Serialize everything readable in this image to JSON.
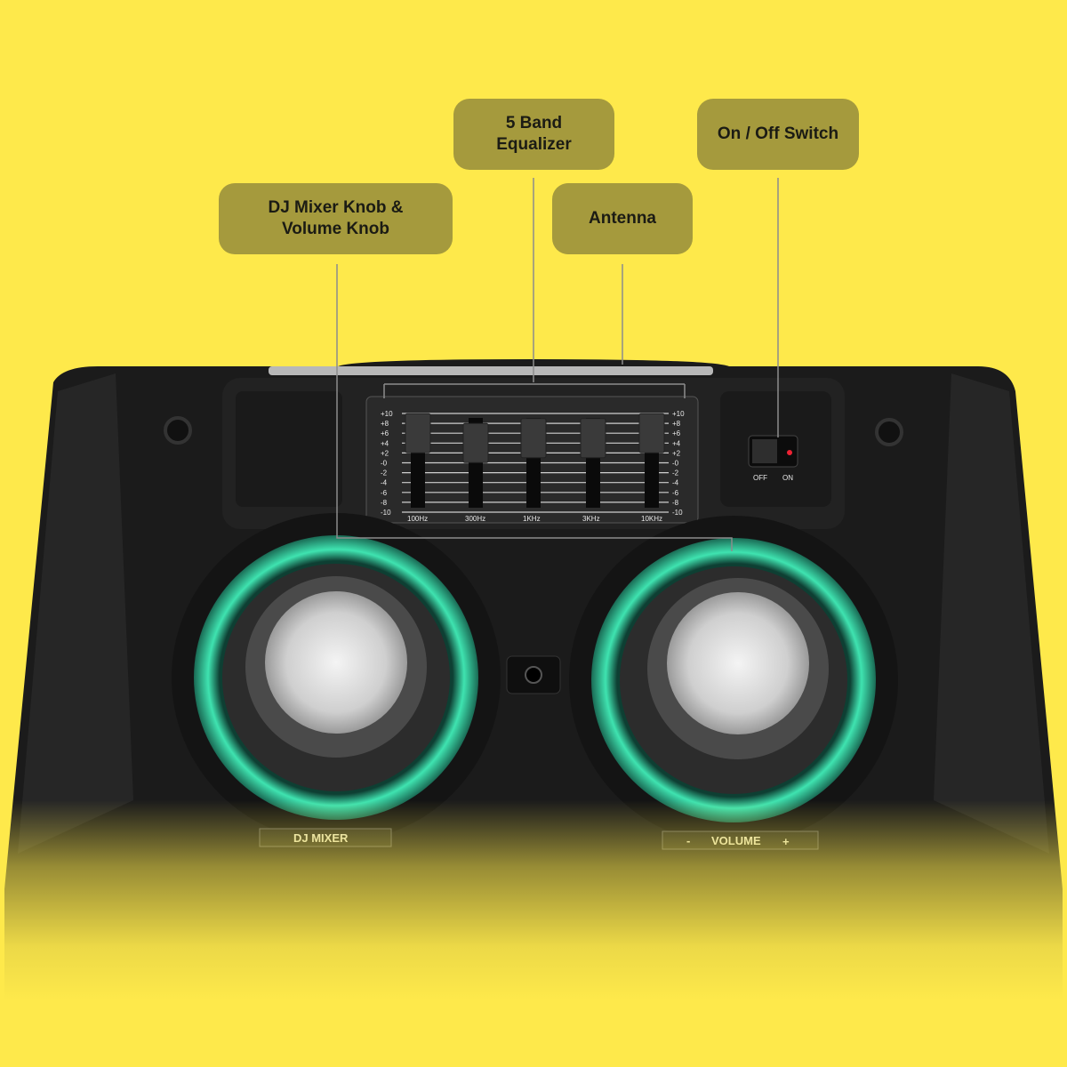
{
  "callouts": {
    "dj_mixer": "DJ Mixer Knob &\nVolume Knob",
    "equalizer": "5 Band\nEqualizer",
    "antenna": "Antenna",
    "switch": "On / Off Switch"
  },
  "equalizer": {
    "scale": [
      "+10",
      "+8",
      "+6",
      "+4",
      "+2",
      "-0",
      "-2",
      "-4",
      "-6",
      "-8",
      "-10"
    ],
    "bands": [
      {
        "label": "100Hz",
        "value": 6
      },
      {
        "label": "300Hz",
        "value": 4
      },
      {
        "label": "1KHz",
        "value": 5
      },
      {
        "label": "3KHz",
        "value": 5
      },
      {
        "label": "10KHz",
        "value": 6
      }
    ]
  },
  "switch": {
    "off": "OFF",
    "on": "ON"
  },
  "panel": {
    "dj_mixer": "DJ MIXER",
    "volume_minus": "-",
    "volume": "VOLUME",
    "volume_plus": "+"
  },
  "colors": {
    "background": "#FEE94B",
    "callout": "#A59A3D",
    "glow": "#3FE3B0"
  }
}
